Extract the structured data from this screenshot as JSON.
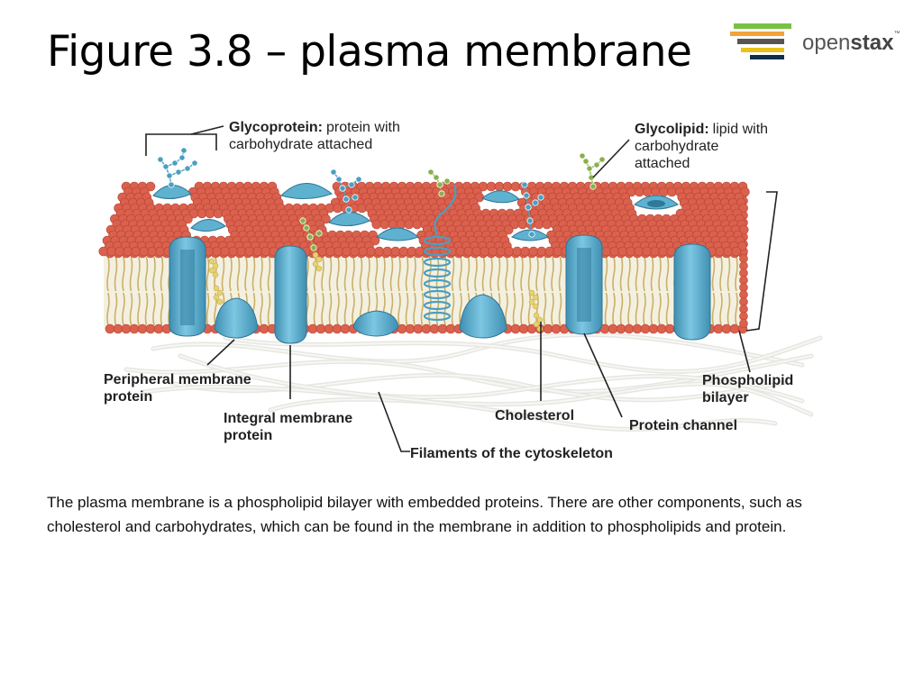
{
  "slide": {
    "title": "Figure 3.8 – plasma membrane",
    "logo_text_a": "open",
    "logo_text_b": "stax",
    "logo_tm": "™",
    "caption": "The plasma membrane is a phospholipid bilayer with embedded proteins. There are other components, such as cholesterol and carbohydrates, which can be found in the membrane in addition to phospholipids and protein."
  },
  "diagram": {
    "labels": {
      "glycoprotein_bold": "Glycoprotein:",
      "glycoprotein_rest_1": "protein with",
      "glycoprotein_rest_2": "carbohydrate attached",
      "glycolipid_bold": "Glycolipid:",
      "glycolipid_rest_1": "lipid with",
      "glycolipid_rest_2": "carbohydrate",
      "glycolipid_rest_3": "attached",
      "peripheral_1": "Peripheral membrane",
      "peripheral_2": "protein",
      "integral_1": "Integral membrane",
      "integral_2": "protein",
      "cholesterol": "Cholesterol",
      "protein_channel": "Protein channel",
      "filaments": "Filaments of the cytoskeleton",
      "phospholipid_1": "Phospholipid",
      "phospholipid_2": "bilayer"
    },
    "colors": {
      "head": "#d9614e",
      "head_shade": "#b9412f",
      "tail": "#c9b06a",
      "protein": "#5fb1d0",
      "protein_dark": "#3a86a8",
      "carb_blue": "#4a9fc2",
      "carb_green": "#8bb04a",
      "cholesterol": "#e8d36a",
      "filament": "#e6e6e2",
      "leader": "#222222"
    }
  }
}
